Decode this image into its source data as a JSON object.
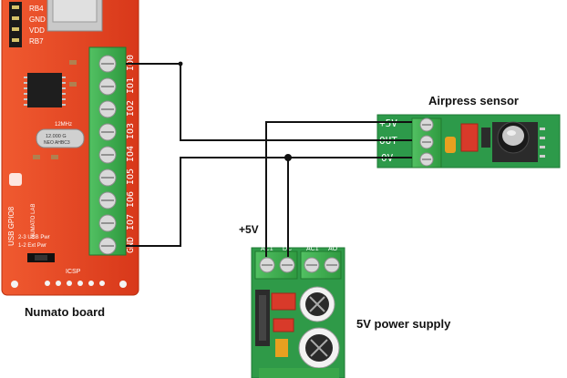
{
  "labels": {
    "numato_board": "Numato board",
    "airpress_sensor": "Airpress sensor",
    "power_supply": "5V power supply",
    "plus5v_wire": "+5V"
  },
  "numato": {
    "pins_left": [
      "RB4",
      "GND",
      "VDD",
      "RB7"
    ],
    "terminals": [
      "IO0",
      "IO1",
      "IO2",
      "IO3",
      "IO4",
      "IO5",
      "IO6",
      "IO7",
      "GND"
    ],
    "crystal": "12.000 G",
    "crystal_sub": "NEO AHBC3",
    "freq": "12MHz",
    "board_text": "USB GPIO8",
    "jumper_1": "2-3 USB Pwr",
    "jumper_2": "1-2 Ext Pwr",
    "icsp": "ICSP",
    "brand": "NUMATO LAB"
  },
  "sensor": {
    "pins": [
      "+5V",
      "OUT",
      "0V"
    ]
  },
  "psu": {
    "pins": [
      "AC1",
      "DC",
      "AC1",
      "AO"
    ]
  },
  "colors": {
    "board_red": "#e8401e",
    "terminal_green": "#3aa64a",
    "wire": "#111111"
  }
}
